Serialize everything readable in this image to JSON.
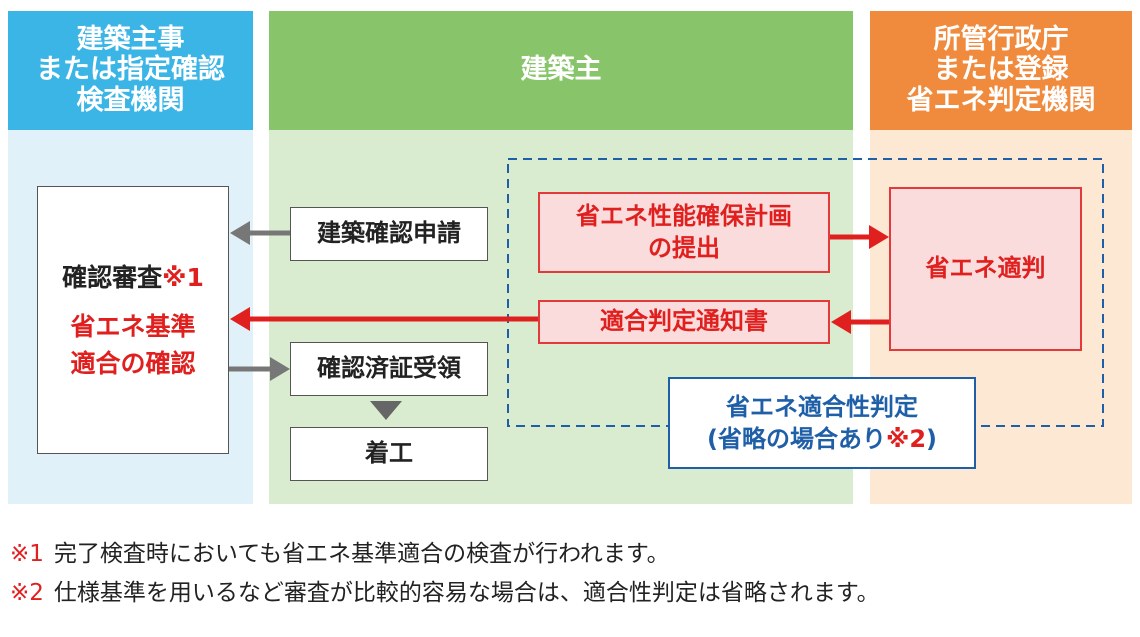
{
  "columns": {
    "left": {
      "title": "建築主事\nまたは指定確認\n検査機関",
      "color": "#3bb4e6",
      "bg": "#e1f1fa"
    },
    "middle": {
      "title": "建築主",
      "color": "#88c46a",
      "bg": "#d9ecd0"
    },
    "right": {
      "title": "所管行政庁\nまたは登録\n省エネ判定機関",
      "color": "#f08a3c",
      "bg": "#fde8d3"
    }
  },
  "left_box": {
    "line1": "確認審査",
    "line1_mark": "※1",
    "line2": "省エネ基準\n適合の確認"
  },
  "boxes": {
    "kakunin_shinsei": "建築確認申請",
    "keikaku": "省エネ性能確保計画\nの提出",
    "tsuchisho": "適合判定通知書",
    "juryo": "確認済証受領",
    "chakko": "着工",
    "tekihan": "省エネ適判",
    "tekigo_hantei_line1": "省エネ適合性判定",
    "tekigo_hantei_open": "(省略の場合あり",
    "tekigo_hantei_mark": "※2",
    "tekigo_hantei_close": ")"
  },
  "notes": [
    {
      "mark": "※1",
      "text": "完了検査時においても省エネ基準適合の検査が行われます。"
    },
    {
      "mark": "※2",
      "text": "仕様基準を用いるなど審査が比較的容易な場合は、適合性判定は省略されます。"
    }
  ],
  "colors": {
    "red": "#e0201f",
    "blue": "#1f5fa8",
    "gray_arrow": "#777777"
  }
}
